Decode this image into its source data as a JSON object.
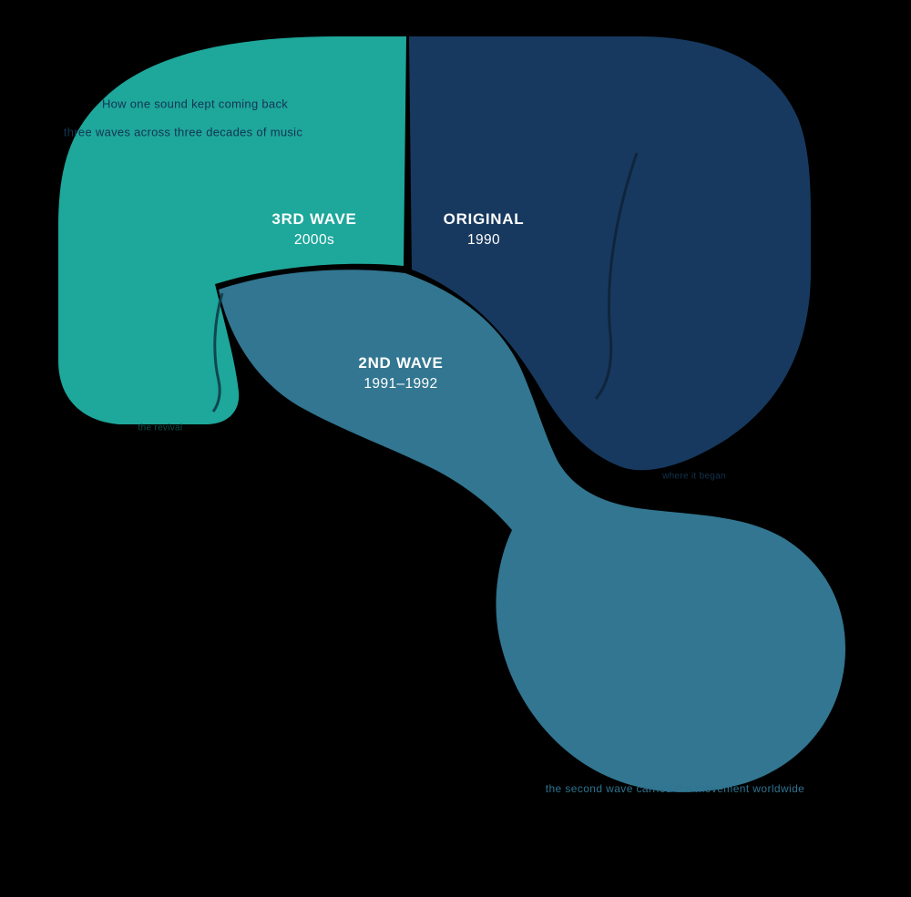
{
  "segments": {
    "third_wave": {
      "label": "3RD WAVE",
      "years": "2000s",
      "color": "#1ea79b"
    },
    "original": {
      "label": "ORIGINAL",
      "years": "1990",
      "color": "#17395f"
    },
    "second_wave": {
      "label": "2ND WAVE",
      "years": "1991–1992",
      "color": "#327691"
    }
  },
  "annotations": {
    "top_left_line1": "How one sound kept coming back",
    "top_left_line2": "three waves across three decades of music",
    "teal_footnote": "the revival",
    "navy_footnote": "where it began",
    "bottom_caption": "the second wave carried the movement worldwide"
  },
  "colors": {
    "background": "#000000",
    "teal": "#1ea79b",
    "navy": "#17395f",
    "blue": "#327691",
    "label_text": "#ffffff",
    "swoosh_navy": "#0e2438",
    "swoosh_teal": "#0f3c46"
  }
}
